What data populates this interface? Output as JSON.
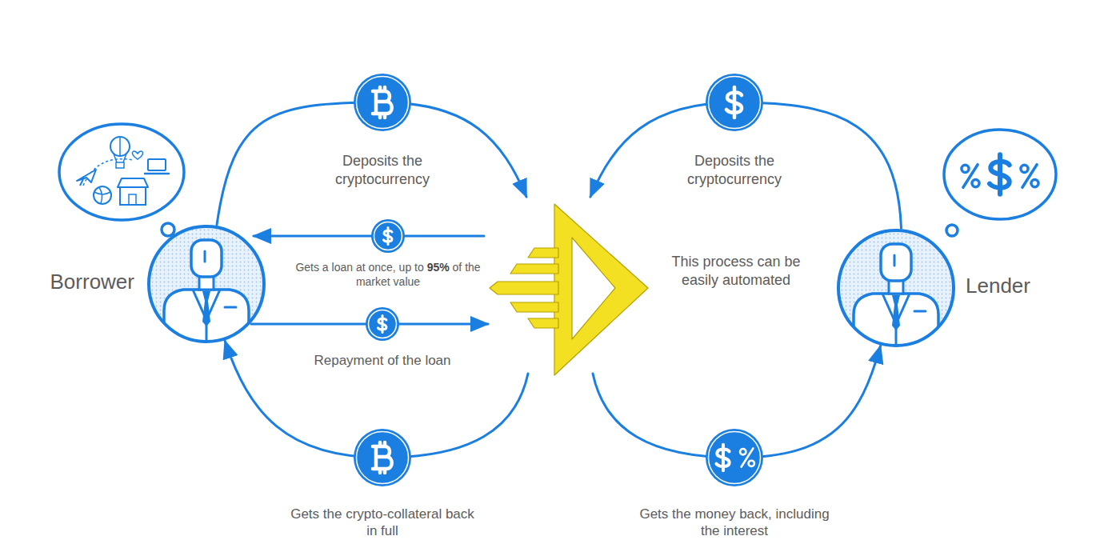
{
  "diagram": {
    "nodes": [
      {
        "text": [
          "Borrower"
        ]
      },
      {
        "text": [
          "This process can be easily automated"
        ]
      },
      {
        "text": [
          "Lender"
        ]
      }
    ],
    "edges": [
      {
        "from": 0,
        "to": 1,
        "arrow": "to",
        "label": "Deposits the cryptocurrency"
      },
      {
        "from": 1,
        "to": 0,
        "arrow": "to",
        "label": "Gets a loan at once, up to 95% of the market value"
      },
      {
        "from": 0,
        "to": 1,
        "arrow": "to",
        "label": "Repayment of the loan"
      },
      {
        "from": 1,
        "to": 0,
        "arrow": "to",
        "label": "Gets the crypto-collateral back in full"
      },
      {
        "from": 2,
        "to": 1,
        "arrow": "to",
        "label": "Deposits the cryptocurrency"
      },
      {
        "from": 1,
        "to": 2,
        "arrow": "to",
        "label": "Gets the money back, including the interest"
      }
    ]
  }
}
